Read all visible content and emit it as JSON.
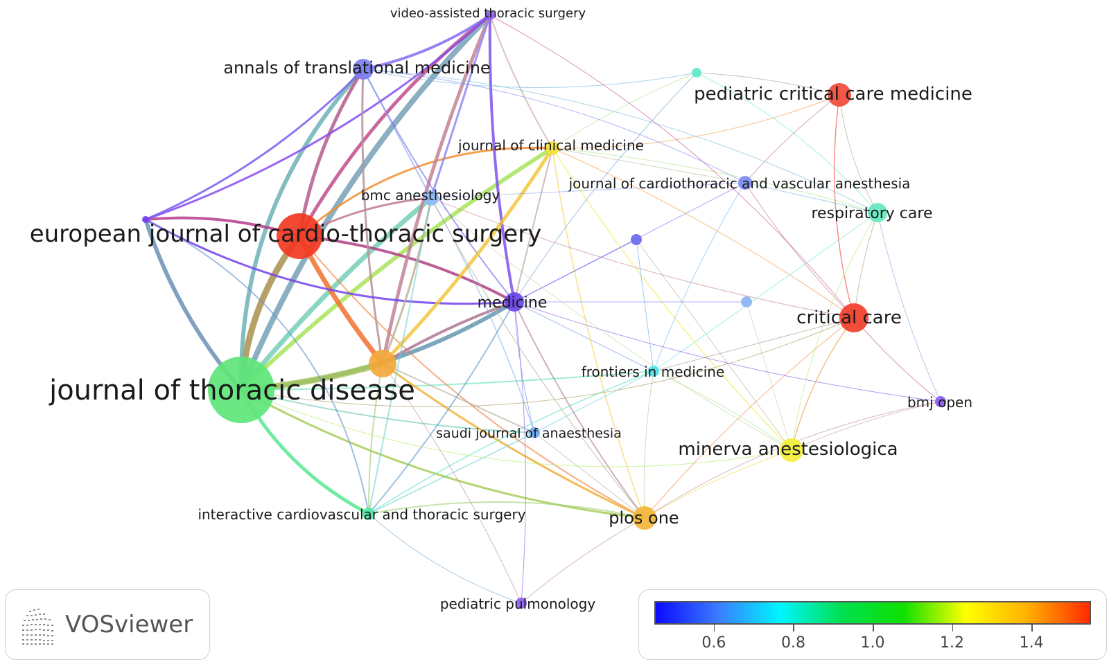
{
  "app": {
    "logo_text": "VOSviewer",
    "logo_icon": "vosviewer-logo-icon"
  },
  "nodes": [
    {
      "id": "jtd",
      "label": "journal of thoracic disease",
      "value": 0.99,
      "color": "#5ee57a"
    },
    {
      "id": "ejcts",
      "label": "european journal of cardio-thoracic surgery",
      "value": 1.52,
      "color": "#f23a22"
    },
    {
      "id": "vats",
      "label": "video-assisted thoracic surgery",
      "value": 0.48,
      "color": "#8f5cf0"
    },
    {
      "id": "atm",
      "label": "annals of translational medicine",
      "value": 0.55,
      "color": "#7a7ef2"
    },
    {
      "id": "jcm",
      "label": "journal of clinical medicine",
      "value": 1.22,
      "color": "#f2e23a"
    },
    {
      "id": "bmcanes",
      "label": "bmc anesthesiology",
      "value": 0.68,
      "color": "#8db8f5"
    },
    {
      "id": "jcva",
      "label": "journal of cardiothoracic and vascular anesthesia",
      "value": 0.62,
      "color": "#7c8cf0"
    },
    {
      "id": "pccm",
      "label": "pediatric critical care medicine",
      "value": 1.5,
      "color": "#f24a3a"
    },
    {
      "id": "rc",
      "label": "respiratory care",
      "value": 0.9,
      "color": "#62e8c0"
    },
    {
      "id": "critcare",
      "label": "critical care",
      "value": 1.52,
      "color": "#f23d2a"
    },
    {
      "id": "medicine",
      "label": "medicine",
      "value": 0.48,
      "color": "#6a46e8"
    },
    {
      "id": "frontiers",
      "label": "frontiers in medicine",
      "value": 0.8,
      "color": "#52e0e8"
    },
    {
      "id": "bmjopen",
      "label": "bmj open",
      "value": 0.5,
      "color": "#8a5cf0"
    },
    {
      "id": "minerva",
      "label": "minerva anestesiologica",
      "value": 1.18,
      "color": "#f2f03a"
    },
    {
      "id": "saudi",
      "label": "saudi journal of anaesthesia",
      "value": 0.72,
      "color": "#6aa8f2"
    },
    {
      "id": "ictvs",
      "label": "interactive cardiovascular and thoracic surgery",
      "value": 0.92,
      "color": "#52e8a8"
    },
    {
      "id": "plos",
      "label": "plos one",
      "value": 1.3,
      "color": "#f2b63a"
    },
    {
      "id": "pedpulm",
      "label": "pediatric pulmonology",
      "value": 0.5,
      "color": "#8a5cf0"
    },
    {
      "id": "orange",
      "label": "",
      "value": 1.3,
      "color": "#f2a83a"
    },
    {
      "id": "purple_left",
      "label": "",
      "value": 0.45,
      "color": "#7a3cf0"
    },
    {
      "id": "teal_top",
      "label": "",
      "value": 0.88,
      "color": "#5ee8c8"
    },
    {
      "id": "blue_mid",
      "label": "",
      "value": 0.5,
      "color": "#6a6af0"
    },
    {
      "id": "lightblue_mid",
      "label": "",
      "value": 0.7,
      "color": "#8ab4f2"
    }
  ],
  "scale": {
    "ticks": [
      "0.6",
      "0.8",
      "1.0",
      "1.2",
      "1.4"
    ],
    "min": 0.45,
    "max": 1.55,
    "colors": [
      "#0b0bff",
      "#3a7bff",
      "#00f5ff",
      "#00e050",
      "#10e000",
      "#ffff00",
      "#ffb000",
      "#ff2b00"
    ]
  }
}
